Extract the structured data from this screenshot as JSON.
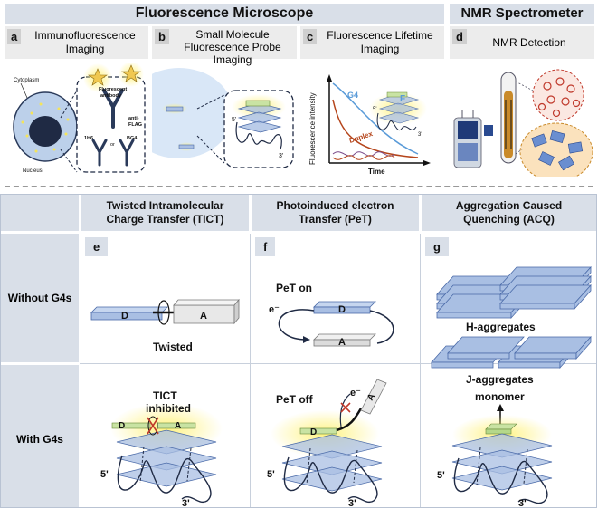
{
  "top": {
    "header_fluor": "Fluorescence Microscope",
    "header_nmr": "NMR Spectrometer",
    "panels": [
      {
        "letter": "a",
        "title_l1": "Immunofluorescence",
        "title_l2": "Imaging"
      },
      {
        "letter": "b",
        "title_l1": "Small Molecule",
        "title_l2": "Fluorescence Probe",
        "title_l3": "Imaging"
      },
      {
        "letter": "c",
        "title_l1": "Fluorescence Lifetime",
        "title_l2": "Imaging"
      },
      {
        "letter": "d",
        "title_l1": "NMR Detection"
      }
    ],
    "a_labels": {
      "cytoplasm": "Cytoplasm",
      "nucleus": "Nucleus",
      "antibody_l1": "Fluorescent",
      "antibody_l2": "antibody",
      "anti_l1": "anti-",
      "anti_l2": "FLAG",
      "h6": "1H6",
      "or": "or",
      "bg4": "BG4"
    },
    "b_labels": {
      "five": "5'",
      "three": "3'"
    },
    "c_labels": {
      "ylabel": "Fluorescence intensity",
      "xlabel": "Time",
      "g4": "G4",
      "duplex": "Duplex",
      "f": "F",
      "five": "5'",
      "three": "3'"
    }
  },
  "bottom": {
    "col_titles": [
      {
        "l1": "Twisted Intramolecular",
        "l2": "Charge Transfer (TICT)"
      },
      {
        "l1": "Photoinduced electron",
        "l2": "Transfer (PeT)"
      },
      {
        "l1": "Aggregation Caused",
        "l2": "Quenching (ACQ)"
      }
    ],
    "col_letters": [
      "e",
      "f",
      "g"
    ],
    "row_labels": [
      "Without G4s",
      "With G4s"
    ],
    "e": {
      "d": "D",
      "a": "A",
      "twisted": "Twisted",
      "inhibited_l1": "TICT",
      "inhibited_l2": "inhibited",
      "d2": "D",
      "a2": "A",
      "five": "5'",
      "three": "3'"
    },
    "f": {
      "pet_on": "PeT on",
      "e_minus": "e⁻",
      "d": "D",
      "a": "A",
      "pet_off": "PeT off",
      "e_minus2": "e⁻",
      "d2": "D",
      "a2": "A",
      "five": "5'",
      "three": "3'"
    },
    "g": {
      "h_agg": "H-aggregates",
      "j_agg": "J-aggregates",
      "monomer": "monomer",
      "five": "5'",
      "three": "3'"
    }
  },
  "colors": {
    "header_bg": "#d9dfe8",
    "sub_bg": "#ececec",
    "tile_blue": "#a9bfe3",
    "tile_edge": "#4a6aa8",
    "glow": "#fff27a",
    "red": "#c0392b",
    "strand": "#1f2a44"
  }
}
